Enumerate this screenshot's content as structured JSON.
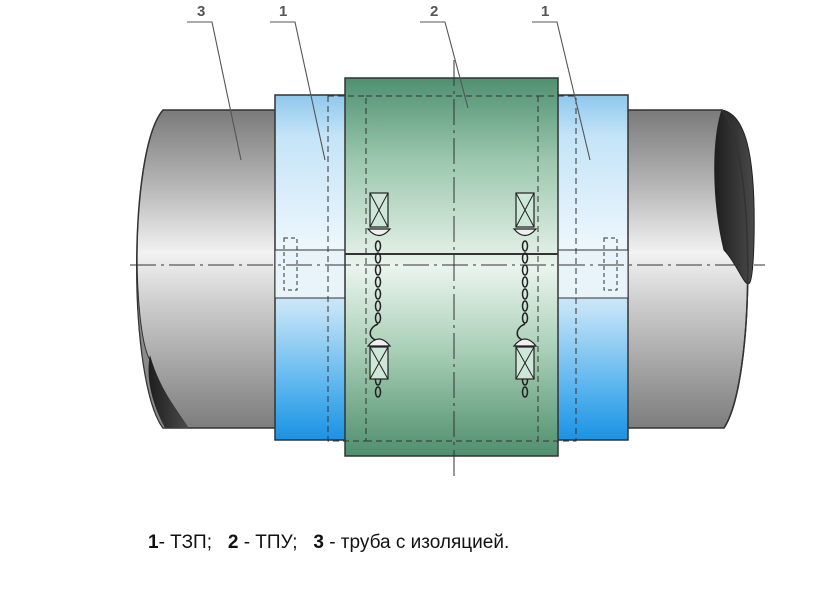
{
  "callouts": [
    {
      "id": "3"
    },
    {
      "id": "1"
    },
    {
      "id": "2"
    },
    {
      "id": "1"
    }
  ],
  "caption": {
    "n1": "1",
    "t1": "- ТЗП;",
    "n2": "2",
    "t2": " - ТПУ;",
    "n3": "3",
    "t3": " - труба с изоляцией."
  },
  "colors": {
    "pipe_gray": "#8c8c8c",
    "tzp_blue_light": "#c8e6f8",
    "tzp_blue_dark": "#1c96e6",
    "tpu_green": "#5b9a78",
    "tpu_green_light": "#e9f3ec",
    "outline": "#333333"
  },
  "icons": [
    "chain-icon",
    "clamp-lock-icon"
  ]
}
